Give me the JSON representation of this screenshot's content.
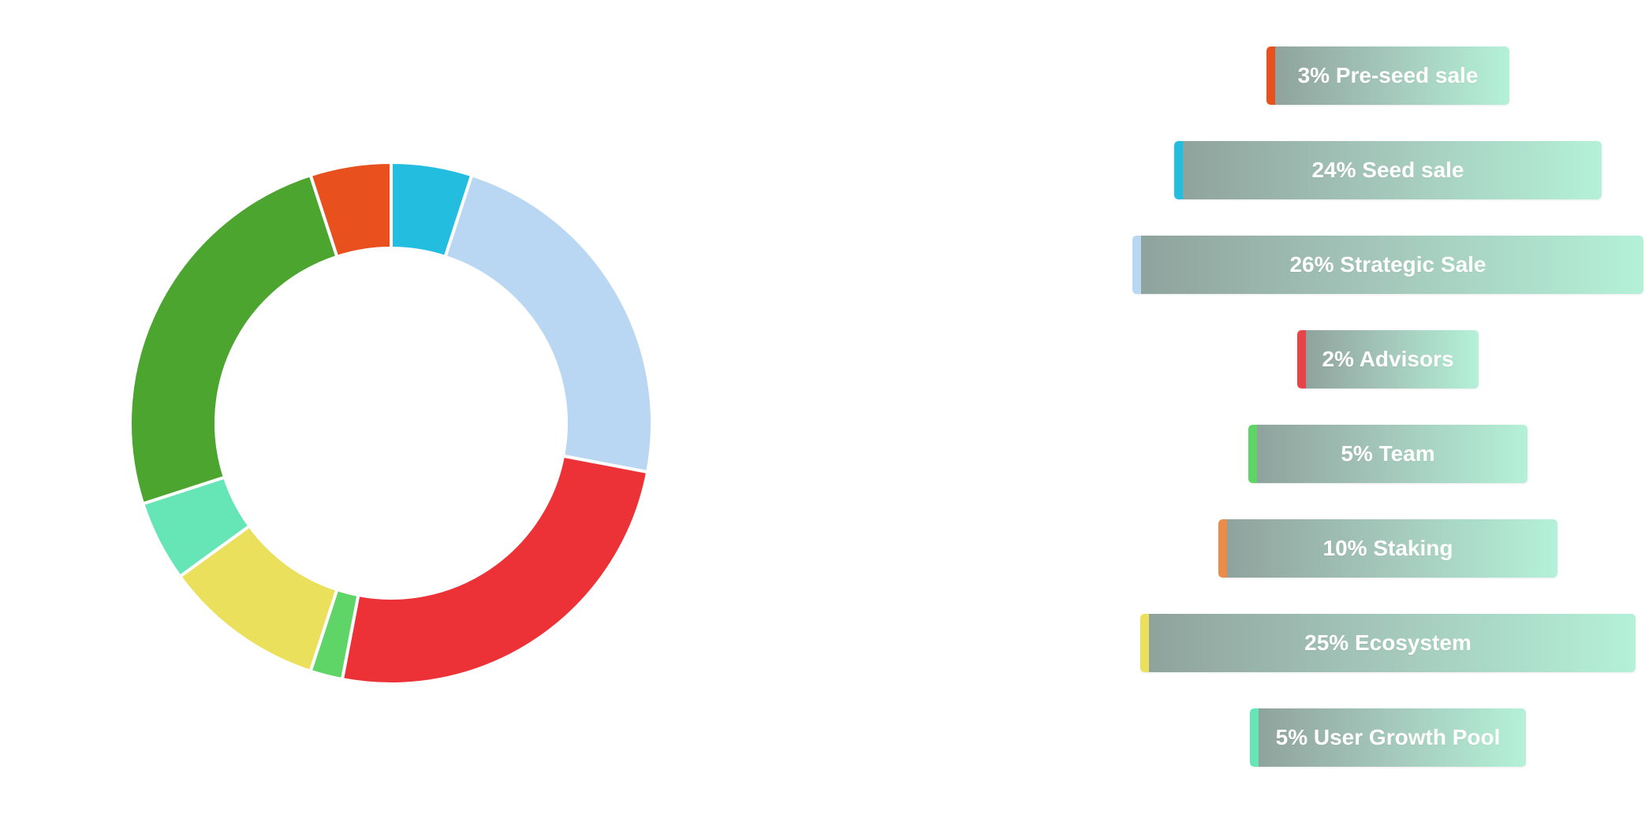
{
  "chart_data": {
    "type": "donut",
    "segments": [
      {
        "label": "3% Pre-seed sale",
        "color": "#e8501e"
      },
      {
        "label": "24% Seed sale",
        "color": "#23bde0"
      },
      {
        "label": "26% Strategic Sale",
        "color": "#b9d6f2"
      },
      {
        "label": "2% Advisors",
        "color": "#e84348"
      },
      {
        "label": "5% Team",
        "color": "#5fd467"
      },
      {
        "label": "10% Staking",
        "color": "#ea8c4b"
      },
      {
        "label": "25% Ecosystem",
        "color": "#ebe05c"
      },
      {
        "label": "5% User Growth Pool",
        "color": "#66e6b7"
      }
    ],
    "ring_slices": [
      {
        "color": "#23bde0",
        "value": 5
      },
      {
        "color": "#b9d6f2",
        "value": 23
      },
      {
        "color": "#ed3237",
        "value": 25
      },
      {
        "color": "#5fd467",
        "value": 2
      },
      {
        "color": "#ebe05c",
        "value": 10
      },
      {
        "color": "#66e6b7",
        "value": 5
      },
      {
        "color": "#4ca52f",
        "value": 25
      },
      {
        "color": "#e8501e",
        "value": 5
      }
    ]
  }
}
